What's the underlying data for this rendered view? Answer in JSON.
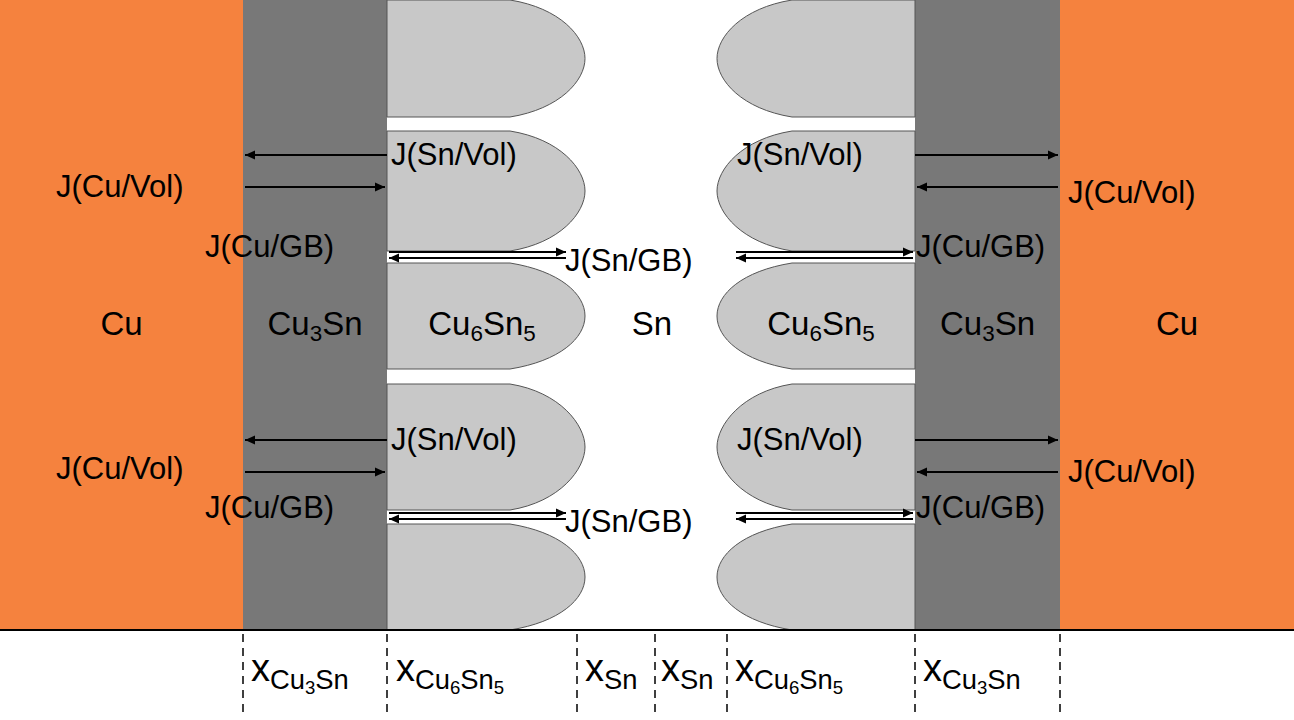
{
  "diagram": {
    "nodes": [
      {
        "text": [
          "Cu"
        ]
      },
      {
        "text": [
          "Cu3Sn"
        ]
      },
      {
        "text": [
          "Cu6Sn5"
        ]
      },
      {
        "text": [
          "Sn"
        ]
      },
      {
        "text": [
          "Cu6Sn5"
        ]
      },
      {
        "text": [
          "Cu3Sn"
        ]
      },
      {
        "text": [
          "Cu"
        ]
      }
    ],
    "labels": [
      "J(Sn/Vol)",
      "J(Cu/Vol)",
      "J(Cu/GB)",
      "J(Sn/GB)",
      "J(Sn/Vol)",
      "J(Cu/Vol)",
      "J(Cu/GB)",
      "J(Sn/Vol)",
      "J(Cu/Vol)",
      "J(Cu/GB)",
      "J(Sn/GB)",
      "J(Sn/Vol)",
      "J(Cu/Vol)",
      "J(Cu/GB)",
      "xCu3Sn",
      "xCu6Sn5",
      "xSn",
      "xSn",
      "xCu6Sn5",
      "xCu3Sn"
    ]
  }
}
